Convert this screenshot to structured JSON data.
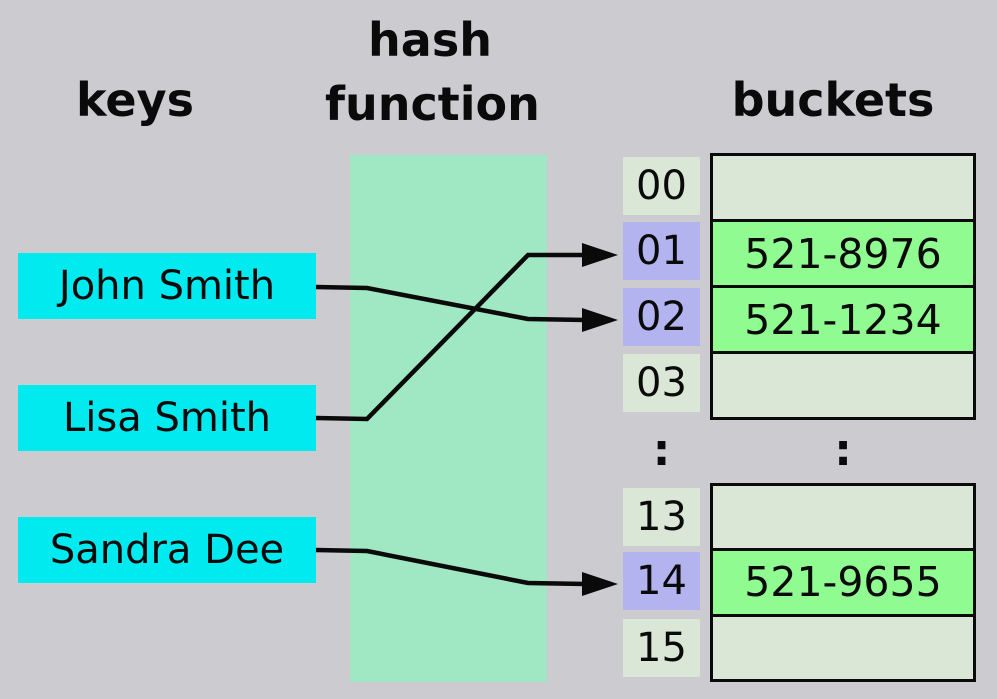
{
  "headers": {
    "keys": "keys",
    "hash_line1": "hash",
    "hash_line2": "function",
    "buckets": "buckets"
  },
  "keys": [
    {
      "label": "John Smith",
      "hashes_to": "02"
    },
    {
      "label": "Lisa Smith",
      "hashes_to": "01"
    },
    {
      "label": "Sandra Dee",
      "hashes_to": "14"
    }
  ],
  "bucket_rows": [
    {
      "index": "00",
      "value": "",
      "filled": false
    },
    {
      "index": "01",
      "value": "521-8976",
      "filled": true
    },
    {
      "index": "02",
      "value": "521-1234",
      "filled": true
    },
    {
      "index": "03",
      "value": "",
      "filled": false
    },
    {
      "index": "13",
      "value": "",
      "filled": false
    },
    {
      "index": "14",
      "value": "521-9655",
      "filled": true
    },
    {
      "index": "15",
      "value": "",
      "filled": false
    }
  ],
  "separator": {
    "index_col": ":",
    "bucket_col": ":"
  },
  "colors": {
    "background": "#cccbd0",
    "key_fill": "#00eaf0",
    "hash_band": "#a0e8c4",
    "bucket_empty": "#dbe7d6",
    "bucket_filled": "#90fb90",
    "index_default": "#dbe7d6",
    "index_highlight": "#b3b3f0",
    "line": "#0a0a0a",
    "text": "#0a0a0a"
  }
}
